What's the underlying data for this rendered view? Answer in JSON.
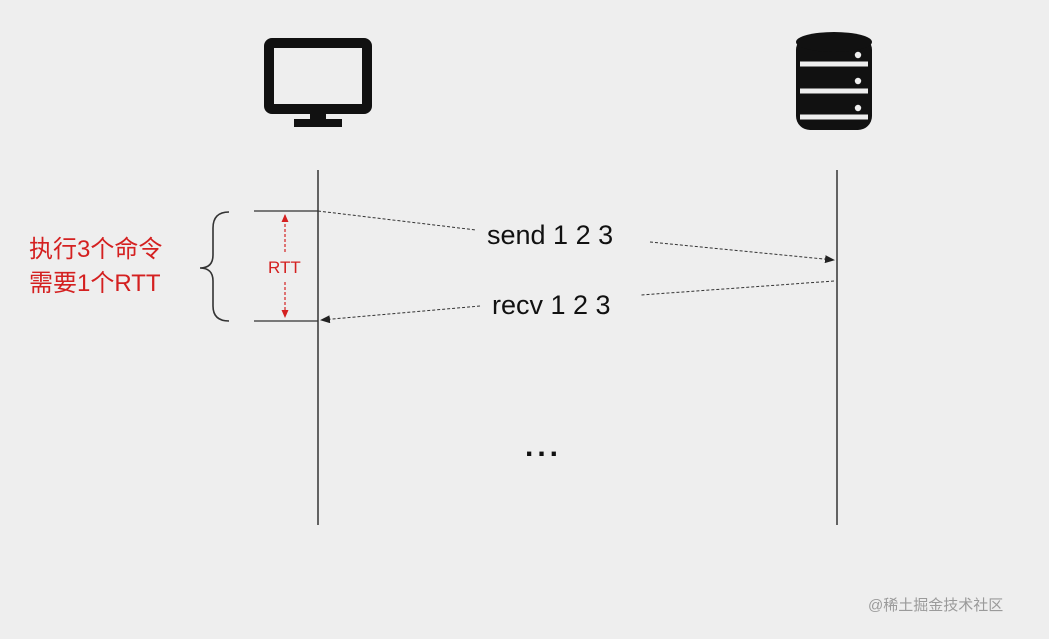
{
  "messages": {
    "send": "send 1 2 3",
    "recv": "recv 1 2 3"
  },
  "annotation": {
    "line1": "执行3个命令",
    "line2": "需要1个RTT"
  },
  "rtt_label": "RTT",
  "ellipsis": "...",
  "watermark": "@稀土掘金技术社区",
  "icons": {
    "client": "monitor-icon",
    "server": "database-icon"
  },
  "colors": {
    "background": "#eeeeee",
    "line": "#333333",
    "accent": "#d42020",
    "icon": "#111111"
  }
}
